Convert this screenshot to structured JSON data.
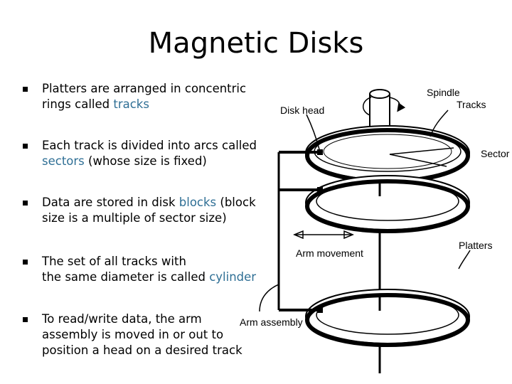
{
  "slide": {
    "title": "Magnetic Disks"
  },
  "bullets": [
    {
      "before": "Platters are arranged in concentric",
      "line2": "rings called ",
      "highlight": "tracks",
      "after": ""
    },
    {
      "before": "Each track is divided into arcs called",
      "line2": "",
      "highlight": "sectors",
      "after": " (whose size is fixed)"
    },
    {
      "before": "Data are stored in disk ",
      "highlight": "blocks",
      "after": " (block",
      "line2": "size is a multiple of sector size)"
    },
    {
      "before": "The set of all tracks with",
      "line2": "the same diameter is called ",
      "highlight": "cylinder",
      "after": ""
    },
    {
      "before": "To read/write data, the arm",
      "line2": "assembly is moved in or out to",
      "line3": "position a head on a desired track"
    }
  ],
  "diagram": {
    "labels": {
      "spindle": "Spindle",
      "tracks": "Tracks",
      "disk_head": "Disk head",
      "sector": "Sector",
      "platters": "Platters",
      "arm_movement": "Arm movement",
      "arm_assembly": "Arm assembly"
    }
  }
}
